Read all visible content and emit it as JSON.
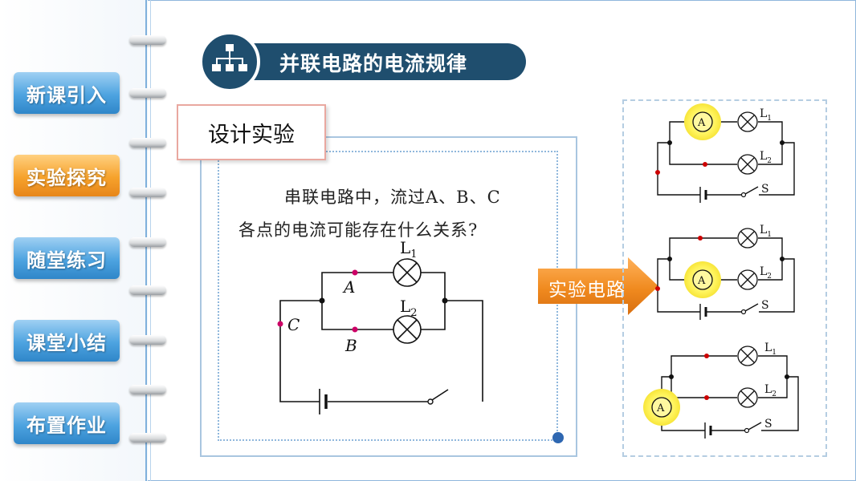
{
  "nav": {
    "items": [
      {
        "label": "新课引入",
        "active": false
      },
      {
        "label": "实验探究",
        "active": true
      },
      {
        "label": "随堂练习",
        "active": false
      },
      {
        "label": "课堂小结",
        "active": false
      },
      {
        "label": "布置作业",
        "active": false
      }
    ]
  },
  "header": {
    "title": "并联电路的电流规律",
    "icon": "hierarchy-icon"
  },
  "design": {
    "tab_label": "设计实验",
    "question_line1": "串联电路中，流过A、B、C",
    "question_line2": "各点的电流可能存在什么关系?"
  },
  "main_circuit": {
    "lamp1": "L",
    "lamp1_sub": "1",
    "lamp2": "L",
    "lamp2_sub": "2",
    "point_a": "A",
    "point_b": "B",
    "point_c": "C"
  },
  "arrow": {
    "label": "实验电路"
  },
  "right_circuits": {
    "ammeter": "A",
    "lamp_letter": "L",
    "sub1": "1",
    "sub2": "2",
    "switch": "S"
  },
  "colors": {
    "accent_dark": "#1f4e6e",
    "nav_blue": "#4da3e0",
    "nav_orange": "#f6a22c",
    "measure_point": "#cc0066",
    "ammeter_glow": "#fff35a"
  }
}
